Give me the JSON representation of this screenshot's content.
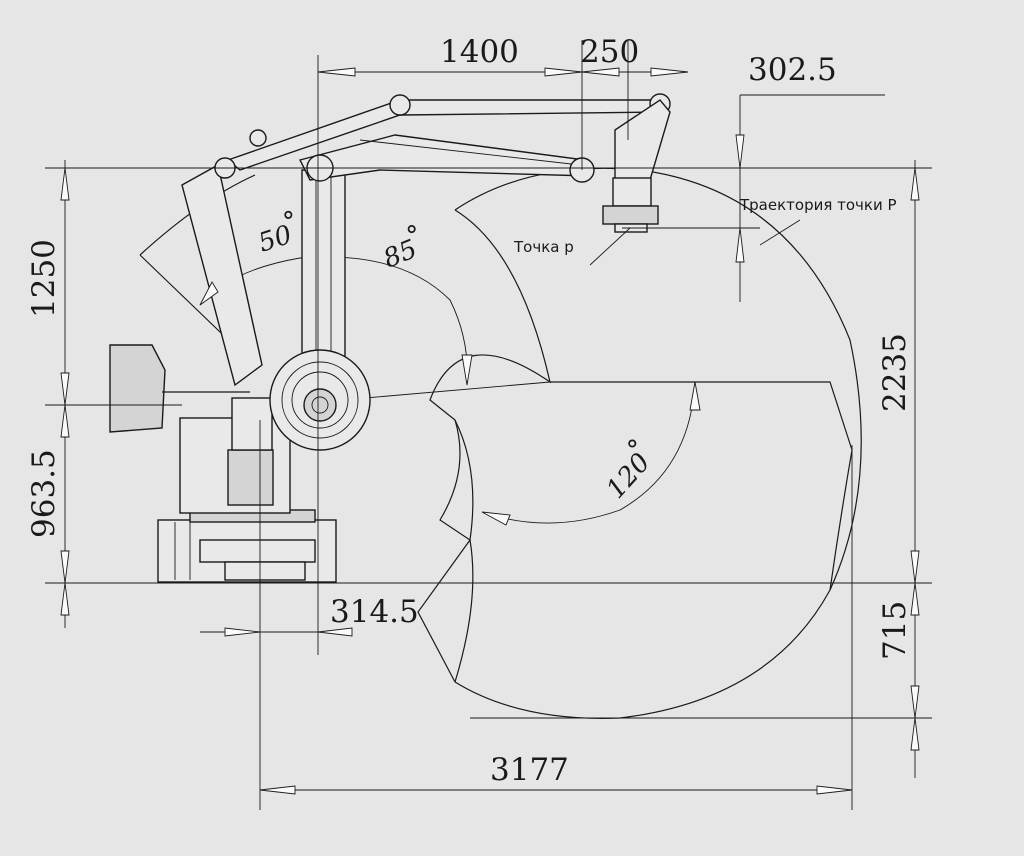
{
  "dimensions": {
    "d1400": "1400",
    "d250": "250",
    "d302_5": "302.5",
    "d1250": "1250",
    "d963_5": "963.5",
    "d314_5": "314.5",
    "d2235": "2235",
    "d715": "715",
    "d3177": "3177"
  },
  "angles": {
    "a50": "50",
    "a85": "85",
    "a120": "120"
  },
  "labels": {
    "trajectory": "Траектория точки Р",
    "point": "Точка р"
  }
}
